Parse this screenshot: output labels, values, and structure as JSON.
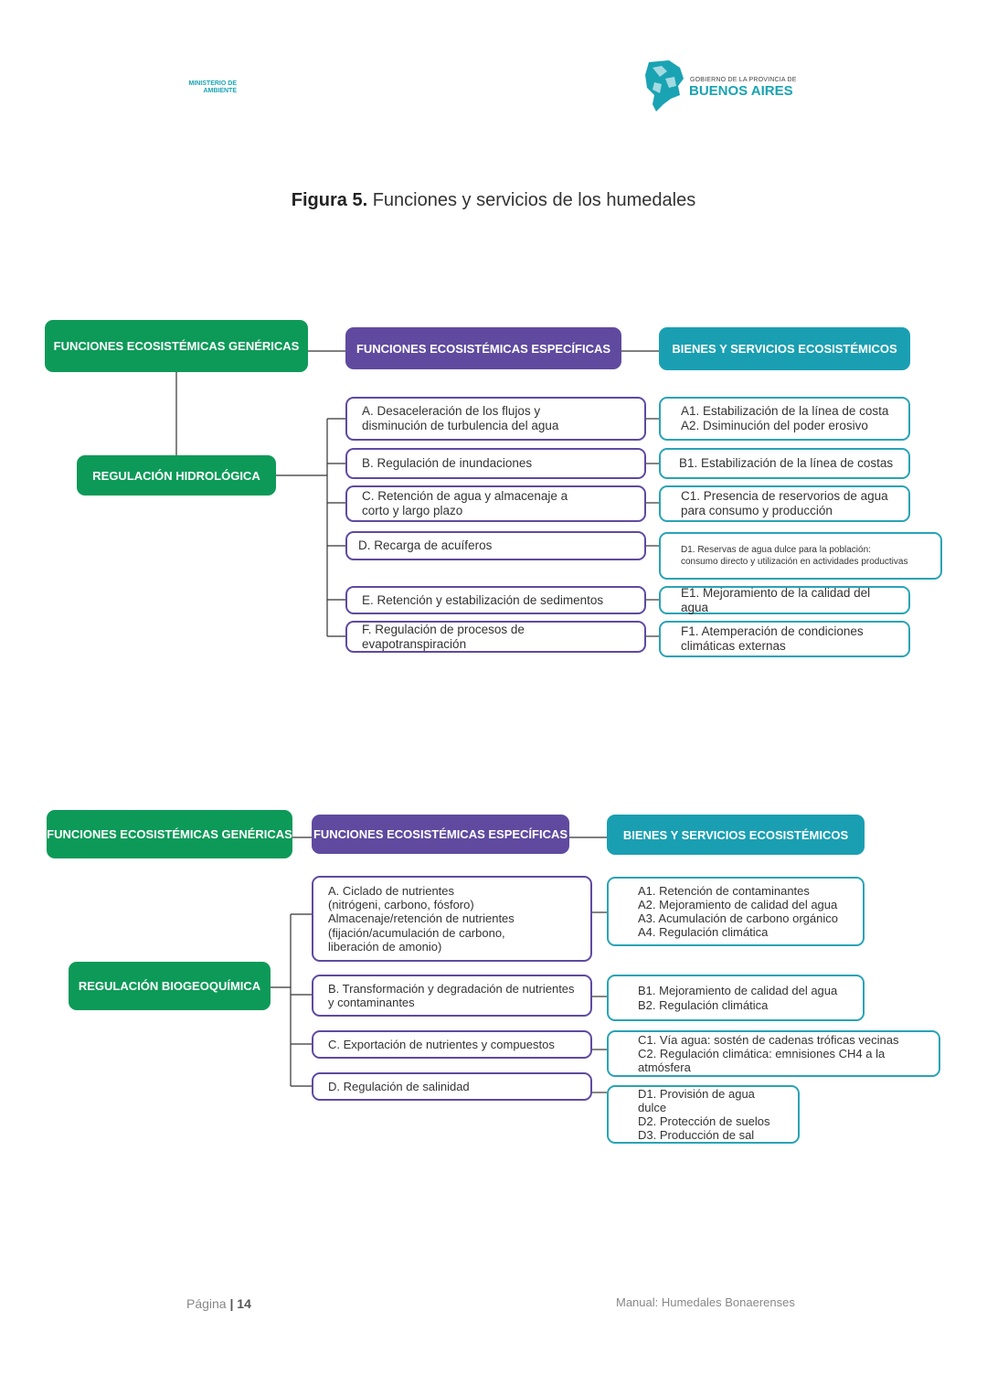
{
  "header": {
    "ministry": "MINISTERIO DE\nAMBIENTE",
    "gov_small": "GOBIERNO DE LA PROVINCIA DE",
    "gov_big": "BUENOS AIRES"
  },
  "figure": {
    "label": "Figura 5.",
    "caption": "Funciones y servicios de los humedales"
  },
  "diagram1": {
    "generic": "FUNCIONES ECOSISTÉMICAS GENÉRICAS",
    "specific": "FUNCIONES ECOSISTÉMICAS ESPECÍFICAS",
    "services": "BIENES Y SERVICIOS ECOSISTÉMICOS",
    "category": "REGULACIÓN HIDROLÓGICA",
    "functions": [
      "A. Desaceleración  de los flujos y\ndisminución de turbulencia del agua",
      "B. Regulación de inundaciones",
      "C. Retención de agua y almacenaje a\ncorto y largo plazo",
      "D. Recarga de acuíferos",
      "E. Retención y estabilización de sedimentos",
      "F. Regulación de procesos de evapotranspiración"
    ],
    "goods": [
      "A1. Estabilización de la línea de costa\nA2. Dsiminución del poder erosivo",
      "B1. Estabilización de la línea de costas",
      "C1. Presencia de reservorios de agua\npara consumo y producción",
      "D1. Reservas de agua dulce para la población:\nconsumo directo y utilización en actividades productivas",
      "E1. Mejoramiento de la calidad del agua",
      "F1. Atemperación de condiciones\nclimáticas externas"
    ]
  },
  "diagram2": {
    "generic": "FUNCIONES ECOSISTÉMICAS GENÉRICAS",
    "specific": "FUNCIONES ECOSISTÉMICAS ESPECÍFICAS",
    "services": "BIENES Y SERVICIOS ECOSISTÉMICOS",
    "category": "REGULACIÓN BIOGEOQUÍMICA",
    "functions": [
      "A. Ciclado de nutrientes\n(nitrógeni, carbono, fósforo)\nAlmacenaje/retención de nutrientes\n(fijación/acumulación de carbono,\nliberación de amonio)",
      "B. Transformación y degradación de nutrientes\ny contaminantes",
      "C. Exportación de nutrientes y compuestos",
      "D. Regulación de salinidad"
    ],
    "goods": [
      "A1. Retención de contaminantes\nA2. Mejoramiento de calidad del agua\nA3. Acumulación de carbono orgánico\nA4. Regulación climática",
      "B1. Mejoramiento de calidad del agua\nB2. Regulación climática",
      "C1. Vía agua: sostén de cadenas tróficas vecinas\nC2. Regulación climática: emnisiones CH4 a la atmósfera",
      "D1. Provisión de agua dulce\nD2. Protección de suelos\nD3. Producción de sal"
    ]
  },
  "footer": {
    "page_label": "Página",
    "page_number": "14",
    "manual": "Manual: Humedales Bonaerenses"
  }
}
